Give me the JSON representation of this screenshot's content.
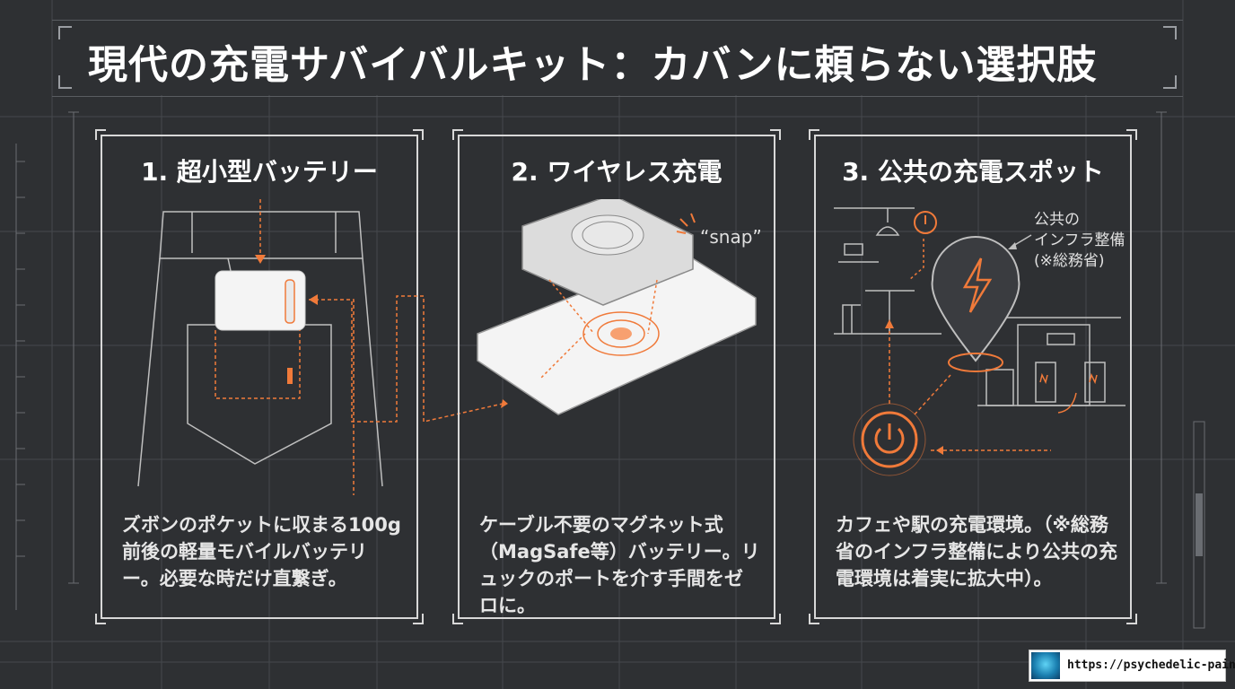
{
  "title": "現代の充電サバイバルキット：カバンに頼らない選択肢",
  "colors": {
    "background": "#2e3033",
    "accent": "#f07a3a",
    "line": "#d8d8d8"
  },
  "panels": [
    {
      "title": "1. 超小型バッテリー",
      "description": "ズボンのポケットに収まる100g前後の軽量モバイルバッテリー。必要な時だけ直繋ぎ。",
      "illustration": "pants-pocket-battery"
    },
    {
      "title": "2. ワイヤレス充電",
      "description": "ケーブル不要のマグネット式（MagSafe等）バッテリー。リュックのポートを介す手間をゼロに。",
      "annotation": "“snap”",
      "illustration": "magsafe-phone"
    },
    {
      "title": "3. 公共の充電スポット",
      "description": "カフェや駅の充電環境。（※総務省のインフラ整備により公共の充電環境は着実に拡大中）。",
      "annotation_lines": [
        "公共の",
        "インフラ整備",
        "(※総務省)"
      ],
      "illustration": "public-charging-map"
    }
  ],
  "footer": {
    "url": "https://psychedelic-pain.jp/",
    "logo_icon": "site-logo-icon"
  }
}
